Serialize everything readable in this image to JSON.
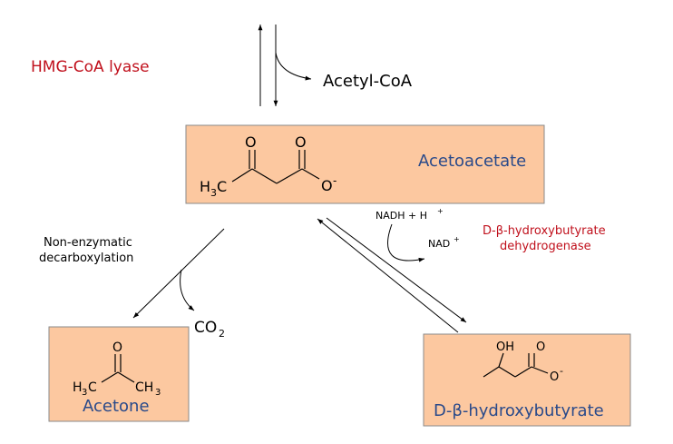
{
  "colors": {
    "box_fill": "#fcc8a0",
    "box_stroke": "#8a8a8a",
    "enzyme_red": "#c0101c",
    "compound_blue": "#2a4a8a",
    "line": "#000000"
  },
  "labels": {
    "hmg_coa_lyase": "HMG-CoA lyase",
    "acetyl_coa": "Acetyl-CoA",
    "acetoacetate": "Acetoacetate",
    "non_enzymatic_line1": "Non-enzymatic",
    "non_enzymatic_line2": "decarboxylation",
    "co2_main": "CO",
    "co2_sub": "2",
    "nadh_main": "NADH + H",
    "nadh_sup": "+",
    "nad_main": "NAD",
    "nad_sup": "+",
    "dehydrogenase_line1": "D-β-hydroxybutyrate",
    "dehydrogenase_line2": "dehydrogenase",
    "acetone": "Acetone",
    "hydroxybutyrate": "D-β-hydroxybutyrate"
  },
  "structures": {
    "acetoacetate": {
      "o1": "O",
      "o2": "O",
      "ch3_h": "H",
      "ch3_sub": "3",
      "ch3_c": "C",
      "o_minus": "O",
      "minus": "-"
    },
    "acetone": {
      "o": "O",
      "h3c_h": "H",
      "h3c_sub": "3",
      "h3c_c": "C",
      "ch3_c": "CH",
      "ch3_sub": "3"
    },
    "hydroxybutyrate": {
      "oh": "OH",
      "o": "O",
      "o_minus": "O",
      "minus": "-"
    }
  }
}
